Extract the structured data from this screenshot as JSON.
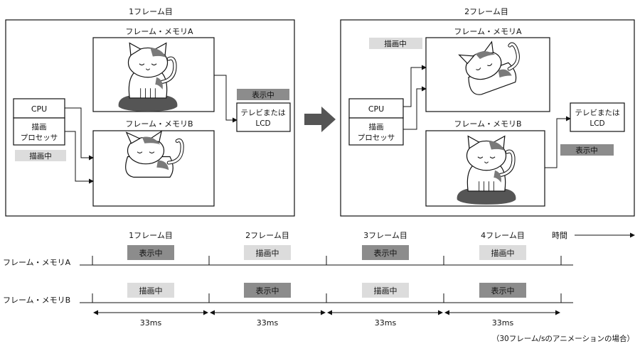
{
  "diagram": {
    "frame1": {
      "title": "1フレーム目",
      "memA_label": "フレーム・メモリA",
      "memB_label": "フレーム・メモリB",
      "cpu": "CPU",
      "gpu_line1": "描画",
      "gpu_line2": "プロセッサ",
      "drawing_badge": "描画中",
      "display_badge": "表示中",
      "lcd_line1": "テレビまたは",
      "lcd_line2": "LCD"
    },
    "frame2": {
      "title": "2フレーム目",
      "memA_label": "フレーム・メモリA",
      "memB_label": "フレーム・メモリB",
      "cpu": "CPU",
      "gpu_line1": "描画",
      "gpu_line2": "プロセッサ",
      "drawing_badge": "描画中",
      "display_badge": "表示中",
      "lcd_line1": "テレビまたは",
      "lcd_line2": "LCD"
    }
  },
  "timeline": {
    "time_label": "時間",
    "frames": [
      "1フレーム目",
      "2フレーム目",
      "3フレーム目",
      "4フレーム目"
    ],
    "rowA_label": "フレーム・メモリA",
    "rowB_label": "フレーム・メモリB",
    "rowA_states": [
      "表示中",
      "描画中",
      "表示中",
      "描画中"
    ],
    "rowB_states": [
      "描画中",
      "表示中",
      "描画中",
      "表示中"
    ],
    "durations": [
      "33ms",
      "33ms",
      "33ms",
      "33ms"
    ],
    "footnote": "（30フレーム/sのアニメーションの場合）"
  },
  "colors": {
    "display_bg": "#8c8c8c",
    "drawing_bg": "#dcdcdc",
    "arrow": "#555555",
    "cat_patch": "#7a7a7a",
    "cushion": "#555555"
  }
}
